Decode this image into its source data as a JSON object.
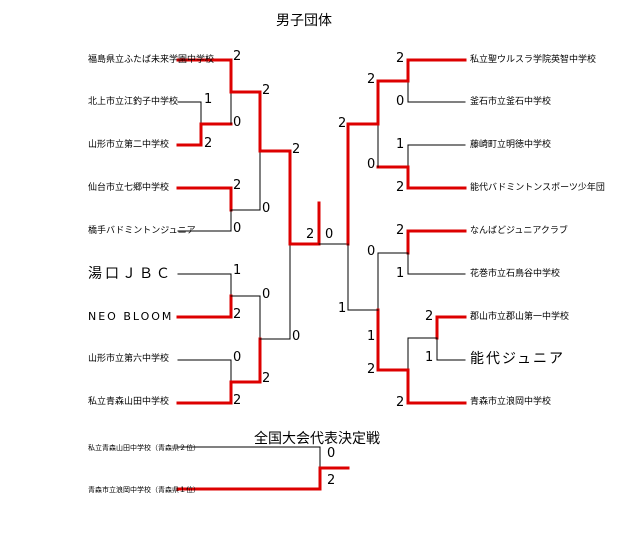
{
  "title": "男子団体",
  "subtitle": "全国大会代表決定戦",
  "left_teams": [
    "福島県立ふたば未来学園中学校",
    "北上市立江釣子中学校",
    "山形市立第二中学校",
    "仙台市立七郷中学校",
    "橋手バドミントンジュニア",
    "湯口ＪＢＣ",
    "NEO BLOOM",
    "山形市立第六中学校",
    "私立青森山田中学校"
  ],
  "right_teams": [
    "私立聖ウルスラ学院英智中学校",
    "釜石市立釜石中学校",
    "藤崎町立明徳中学校",
    "能代バドミントンスポーツ少年団",
    "なんばどジュニアクラブ",
    "花巻市立石鳥谷中学校",
    "郡山市立郡山第一中学校",
    "能代ジュニア",
    "青森市立浪岡中学校"
  ],
  "playoff_teams": [
    "私立青森山田中学校（青森県２位）",
    "青森市立浪岡中学校（青森県１位）"
  ],
  "scores": {
    "l1": "2",
    "l2a": "1",
    "l2b": "0",
    "l3": "2",
    "l4": "2",
    "l5": "0",
    "l6": "1",
    "l7": "0",
    "l8": "2",
    "l9": "0",
    "l10": "2",
    "l11": "2",
    "lq1": "2",
    "lq2": "0",
    "lq3": "0",
    "lq4": "2",
    "ls1": "2",
    "ls2": "0",
    "fl": "2",
    "fr": "0",
    "r1": "2",
    "r2": "0",
    "r3": "1",
    "r4": "2",
    "r5": "2",
    "r6": "1",
    "r7a": "2",
    "r7b": "1",
    "r8": "2",
    "rq1": "2",
    "rq2": "0",
    "rq3": "0",
    "rq4": "1",
    "rs1": "2",
    "rs2": "1",
    "po1": "0",
    "po2": "2"
  },
  "colors": {
    "win": "#dd0000",
    "line": "#000000"
  }
}
